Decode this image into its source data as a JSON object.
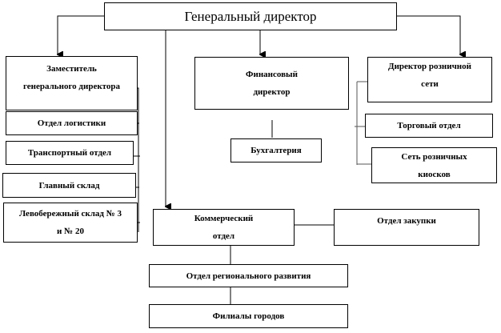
{
  "nodes": {
    "ceo": "Генеральный директор",
    "deputy": [
      "Заместитель",
      "генерального директора"
    ],
    "logistics": "Отдел логистики",
    "transport": "Транспортный отдел",
    "main_warehouse": "Главный склад",
    "left_bank": [
      "Левобережный склад № 3",
      "и № 20"
    ],
    "cfo": [
      "Финансовый",
      "директор"
    ],
    "accounting": "Бухгалтерия",
    "retail_director": [
      "Директор розничной",
      "сети"
    ],
    "trade": "Торговый отдел",
    "kiosks": [
      "Сеть розничных",
      "киосков"
    ],
    "commercial": [
      "Коммерческий",
      "отдел"
    ],
    "purchasing": "Отдел закупки",
    "regional": "Отдел регионального развития",
    "branches": "Филиалы городов"
  }
}
